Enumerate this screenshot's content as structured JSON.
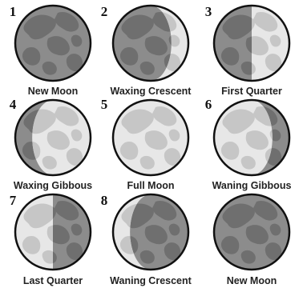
{
  "phases": [
    {
      "number": "1",
      "label": "New Moon",
      "lit": "none"
    },
    {
      "number": "2",
      "label": "Waxing Crescent",
      "lit": "right-crescent"
    },
    {
      "number": "3",
      "label": "First Quarter",
      "lit": "right-half"
    },
    {
      "number": "4",
      "label": "Waxing Gibbous",
      "lit": "right-gibbous"
    },
    {
      "number": "5",
      "label": "Full Moon",
      "lit": "full"
    },
    {
      "number": "6",
      "label": "Waning Gibbous",
      "lit": "left-gibbous"
    },
    {
      "number": "7",
      "label": "Last Quarter",
      "lit": "left-half"
    },
    {
      "number": "8",
      "label": "Waning Crescent",
      "lit": "left-crescent"
    },
    {
      "number": "",
      "label": "New Moon",
      "lit": "none"
    }
  ],
  "colors": {
    "shadow": "#8c8c8c",
    "shadow_mare": "#6f6f6f",
    "lit": "#e7e7e7",
    "lit_mare": "#c6c6c6",
    "outline": "#111111"
  }
}
